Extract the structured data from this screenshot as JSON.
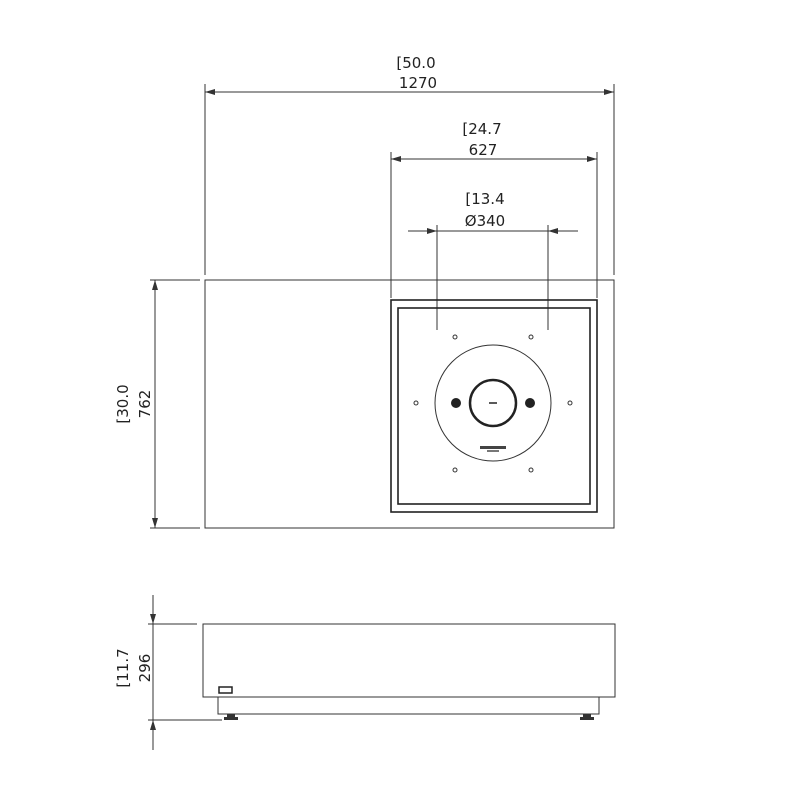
{
  "dimensions": {
    "width": {
      "inches": "[50.0",
      "mm": "1270"
    },
    "burner_width": {
      "inches": "[24.7",
      "mm": "627"
    },
    "burner_diameter": {
      "inches": "[13.4",
      "mm": "Ø340"
    },
    "depth": {
      "inches": "[30.0",
      "mm": "762"
    },
    "height": {
      "inches": "[11.7",
      "mm": "296"
    }
  },
  "colors": {
    "line": "#333333",
    "background": "#ffffff"
  }
}
